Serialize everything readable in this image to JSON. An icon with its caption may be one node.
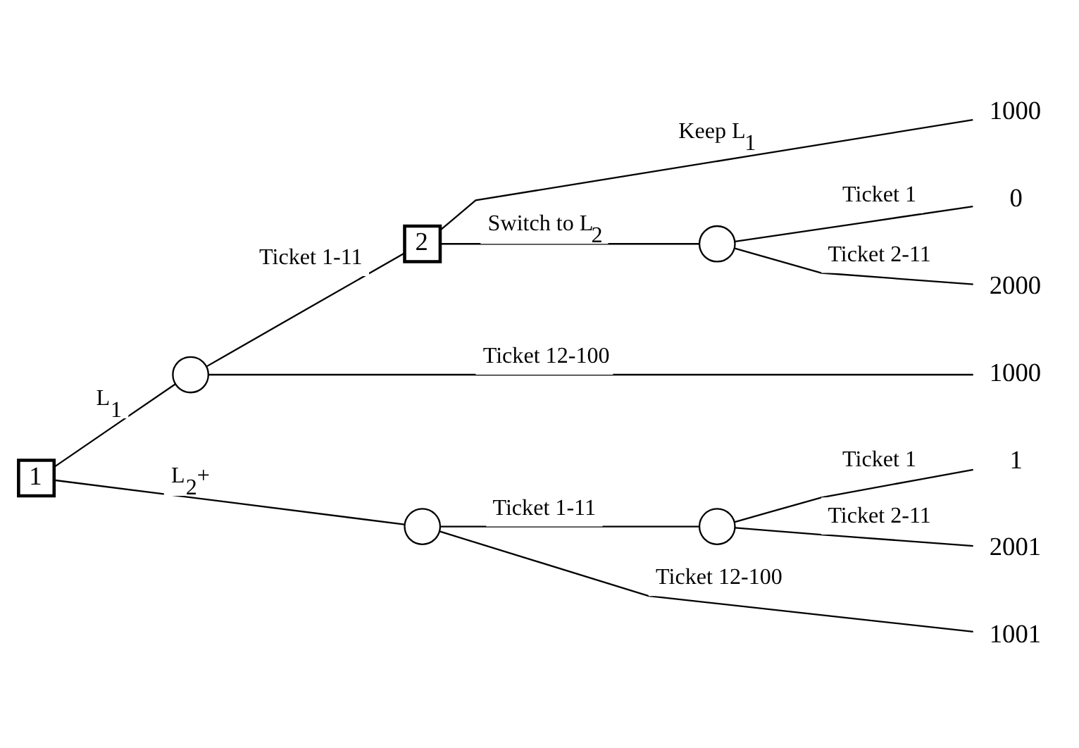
{
  "diagram": {
    "nodes": [
      {
        "text": [
          "1"
        ]
      },
      {
        "text": [],
        "shape": "circle"
      },
      {
        "text": [
          "2"
        ]
      },
      {
        "text": [
          "1000"
        ]
      },
      {
        "text": [],
        "shape": "circle"
      },
      {
        "text": [
          "0"
        ]
      },
      {
        "text": [
          "2000"
        ]
      },
      {
        "text": [
          "1000"
        ]
      },
      {
        "text": [],
        "shape": "circle"
      },
      {
        "text": [],
        "shape": "circle"
      },
      {
        "text": [
          "1"
        ]
      },
      {
        "text": [
          "2001"
        ]
      },
      {
        "text": [
          "1001"
        ]
      }
    ],
    "edges": [
      {
        "from": 0,
        "to": 1,
        "arrow": "none",
        "label": "L$_{1}$"
      },
      {
        "from": 1,
        "to": 2,
        "arrow": "none",
        "label": "Ticket 1-11"
      },
      {
        "from": 2,
        "to": 3,
        "arrow": "none",
        "label": "Keep L$_{1}$"
      },
      {
        "from": 2,
        "to": 4,
        "arrow": "none",
        "label": "Switch to L$_{2}$"
      },
      {
        "from": 4,
        "to": 5,
        "arrow": "none",
        "label": "Ticket 1"
      },
      {
        "from": 4,
        "to": 6,
        "arrow": "none",
        "label": "Ticket 2-11"
      },
      {
        "from": 1,
        "to": 7,
        "arrow": "none",
        "label": "Ticket 12-100"
      },
      {
        "from": 0,
        "to": 8,
        "arrow": "none",
        "label": "L$_{2}$+"
      },
      {
        "from": 8,
        "to": 9,
        "arrow": "none",
        "label": "Ticket 1-11"
      },
      {
        "from": 9,
        "to": 10,
        "arrow": "none",
        "label": "Ticket 1"
      },
      {
        "from": 9,
        "to": 11,
        "arrow": "none",
        "label": "Ticket 2-11"
      },
      {
        "from": 8,
        "to": 12,
        "arrow": "none",
        "label": "Ticket 12-100"
      }
    ]
  }
}
